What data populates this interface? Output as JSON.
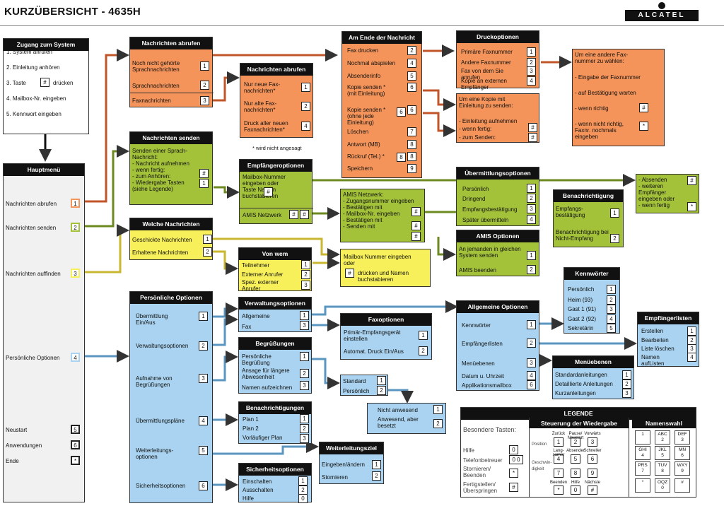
{
  "title": "KURZÜBERSICHT - 4635H",
  "logo": "ALCATEL",
  "colors": {
    "orange": "#f4945a",
    "green": "#a3c23a",
    "yellow": "#f7f05a",
    "blue": "#a9d3f0"
  },
  "zugang": {
    "header": "Zugang zum System",
    "items": [
      "1.  System anrufen",
      "2.  Einleitung anhören",
      "3.  Taste",
      "drücken",
      "4.  Mailbox-Nr. eingeben",
      "5.  Kennwort eingeben"
    ],
    "key": "#"
  },
  "hauptmenu": {
    "header": "Hauptmenü",
    "items": [
      {
        "label": "Nachrichten abrufen",
        "key": "1"
      },
      {
        "label": "Nachrichten senden",
        "key": "2"
      },
      {
        "label": "Nachrichten auffinden",
        "key": "3"
      },
      {
        "label": "Persönliche Optionen",
        "key": "4"
      },
      {
        "label": "Neustart",
        "key": "5"
      },
      {
        "label": "Anwendungen",
        "key": "6"
      },
      {
        "label": "Ende",
        "key": "*"
      }
    ]
  },
  "nachr_abrufen1": {
    "header": "Nachrichten abrufen",
    "items": [
      {
        "label": "Noch nicht gehörte\nSprachnachrichten",
        "key": "1"
      },
      {
        "label": "Sprachnachrichten",
        "key": "2"
      },
      {
        "label": "Faxnachrichten",
        "key": "3"
      }
    ]
  },
  "nachr_abrufen2": {
    "header": "Nachrichten abrufen",
    "items": [
      {
        "label": "Nur neue Fax-\nnachrichten*",
        "key": "1"
      },
      {
        "label": "Nur alte Fax-\nnachrichten*",
        "key": "2"
      },
      {
        "label": "Druck aller neuen\nFaxnachrichten*",
        "key": "4"
      }
    ],
    "note": "* wird nicht angesagt"
  },
  "ende_nachricht": {
    "header": "Am Ende der Nachricht",
    "items": [
      {
        "label": "Fax drucken",
        "key": "2"
      },
      {
        "label": "Nochmal abspielen",
        "key": "4"
      },
      {
        "label": "Absenderinfo",
        "key": "5"
      },
      {
        "label": "Kopie senden *\n(mit Einleitung)",
        "key": "6"
      },
      {
        "label": "Kopie senden *\n(ohne jede\nEinleitung)",
        "key": "6"
      },
      {
        "label": "Löschen",
        "key": "7"
      },
      {
        "label": "Antwort (MB)",
        "key": "8"
      },
      {
        "label": "Rückruf (Tel.) *",
        "key": "8"
      },
      {
        "label": "Speichern",
        "key": "9"
      }
    ],
    "extra_keys": [
      "6",
      "8"
    ]
  },
  "druckoptionen": {
    "header": "Druckoptionen",
    "items": [
      {
        "label": "Primäre Faxnummer",
        "key": "1"
      },
      {
        "label": "Andere Faxnummer",
        "key": "2"
      },
      {
        "label": "Fax von dem Sie\nanrufen",
        "key": "3"
      },
      {
        "label": "Kopie an externen\nEmpfänger",
        "key": "4"
      }
    ]
  },
  "andere_fax": {
    "items": [
      "Um eine andere Fax-\nnummer zu wählen:",
      "- Eingabe der Faxnummer",
      "- auf Bestätigung warten",
      "- wenn richtig",
      "- wenn nicht richtig,\n  Faxnr. nochmals\n  eingeben"
    ],
    "keys": [
      "#",
      "*"
    ]
  },
  "kopie_einl": {
    "items": [
      "Um eine Kopie mit\nEinleitung zu senden:",
      "- Einleitung aufnehmen",
      "- wenn fertig:",
      "- zum Senden:"
    ],
    "keys": [
      "#",
      "#"
    ]
  },
  "nachr_senden": {
    "header": "Nachrichten senden",
    "text": "Senden einer Sprach-\nNachricht:\n- Nachricht aufnehmen\n- wenn fertig:\n- zum Anhören:\n- Wiedergabe Tasten\n  (siehe Legende)",
    "keys": [
      "#",
      "1"
    ]
  },
  "empf_optionen": {
    "header": "Empfängeroptionen",
    "text": "Mailbox-Nummer\neingeben oder\nTaste       Namen\nbuchstabieren",
    "key": "#",
    "amis": "AMIS Netzwerk",
    "amis_keys": [
      "#",
      "#"
    ]
  },
  "amis_netz": {
    "text": "AMIS Netzwerk:\n- Zugangsnummer eingeben\n- Bestätigen mit\n- Mailbox-Nr. eingeben\n- Bestätigen mit\n- Senden mit",
    "keys": [
      "#",
      "#",
      "#"
    ]
  },
  "uebermittlung": {
    "header": "Übermittlungsoptionen",
    "items": [
      {
        "label": "Persönlich",
        "key": "1"
      },
      {
        "label": "Dringend",
        "key": "2"
      },
      {
        "label": "Empfangsbestätigung",
        "key": "3"
      },
      {
        "label": "Später übermitteln",
        "key": "4"
      }
    ]
  },
  "absenden": {
    "text": "- Absenden\n- weiteren\n  Empfänger\n  eingeben oder\n- wenn fertig",
    "keys": [
      "#",
      "*"
    ]
  },
  "benachrichtigung1": {
    "header": "Benachrichtigung",
    "items": [
      {
        "label": "Empfangs-\nbestätigung",
        "key": "1"
      },
      {
        "label": "Benachrichtigung bei\nNicht-Empfang",
        "key": "2"
      }
    ]
  },
  "amis_opt": {
    "header": "AMIS Optionen",
    "items": [
      {
        "label": "An jemanden in gleichen\nSystem senden",
        "key": "1"
      },
      {
        "label": "AMIS beenden",
        "key": "2"
      }
    ]
  },
  "welche": {
    "header": "Welche Nachrichten",
    "items": [
      {
        "label": "Geschickte Nachrichten",
        "key": "1"
      },
      {
        "label": "Erhaltene Nachrichten",
        "key": "2"
      }
    ]
  },
  "vonwem": {
    "header": "Von wem",
    "items": [
      {
        "label": "Teilnehmer",
        "key": "1"
      },
      {
        "label": "Externer Anrufer",
        "key": "2"
      },
      {
        "label": "Spez. externer\nAnrufer",
        "key": "3"
      }
    ]
  },
  "mailbox_nr": {
    "text1": "Mailbox Nummer eingeben\noder",
    "text2": "drücken und Namen\nbuchstabieren",
    "key": "#"
  },
  "pers_opt": {
    "header": "Persönliche Optionen",
    "items": [
      {
        "label": "Übermittlung\nEin/Aus",
        "key": "1"
      },
      {
        "label": "Verwaltungsoptionen",
        "key": "2"
      },
      {
        "label": "Aufnahme von\nBegrüßungen",
        "key": "3"
      },
      {
        "label": "Übermittlungspläne",
        "key": "4"
      },
      {
        "label": "Weiterleitungs-\noptionen",
        "key": "5"
      },
      {
        "label": "Sicherheitsoptionen",
        "key": "6"
      }
    ]
  },
  "verwaltung": {
    "header": "Verwaltungsoptionen",
    "items": [
      {
        "label": "Allgemeine",
        "key": "1"
      },
      {
        "label": "Fax",
        "key": "3"
      }
    ]
  },
  "faxopt": {
    "header": "Faxoptionen",
    "items": [
      {
        "label": "Primär-Empfangsgerät\neinstellen",
        "key": "1"
      },
      {
        "label": "Automat. Druck Ein/Aus",
        "key": "2"
      }
    ]
  },
  "allg_opt": {
    "header": "Allgemeine Optionen",
    "items": [
      {
        "label": "Kennwörter",
        "key": "1"
      },
      {
        "label": "Empfängerlisten",
        "key": "2"
      },
      {
        "label": "Menüebenen",
        "key": "3"
      },
      {
        "label": "Datum u. Uhrzeit",
        "key": "4"
      },
      {
        "label": "Applikationsmailbox",
        "key": "6"
      }
    ]
  },
  "kennwoerter": {
    "header": "Kennwörter",
    "items": [
      {
        "label": "Persönlich",
        "key": "1"
      },
      {
        "label": "Heim (93)",
        "key": "2"
      },
      {
        "label": "Gast 1 (91)",
        "key": "3"
      },
      {
        "label": "Gast 2 (92)",
        "key": "4"
      },
      {
        "label": "Sekretärin",
        "key": "5"
      }
    ]
  },
  "empf_listen": {
    "header": "Empfängerlisten",
    "items": [
      {
        "label": "Erstellen",
        "key": "1"
      },
      {
        "label": "Bearbeiten",
        "key": "2"
      },
      {
        "label": "Liste löschen",
        "key": "3"
      },
      {
        "label": "Namen\naufListen",
        "key": "4"
      }
    ]
  },
  "menuebenen": {
    "header": "Menüebenen",
    "items": [
      {
        "label": "Standardanleitungen",
        "key": "1"
      },
      {
        "label": "Detaillierte Anleitungen",
        "key": "2"
      },
      {
        "label": "Kurzanleitungen",
        "key": "3"
      }
    ]
  },
  "begruessungen": {
    "header": "Begrüßungen",
    "items": [
      {
        "label": "Persönliche\nBegrüßung",
        "key": "1"
      },
      {
        "label": "Ansage für längere\nAbwesenheit",
        "key": "2"
      },
      {
        "label": "Namen aufzeichnen",
        "key": "3"
      }
    ]
  },
  "standard": {
    "items": [
      {
        "label": "Standard",
        "key": "1"
      },
      {
        "label": "Persönlich",
        "key": "2"
      }
    ]
  },
  "nicht_anw": {
    "items": [
      {
        "label": "Nicht anwesend",
        "key": "1"
      },
      {
        "label": "Anwesend, aber\nbesetzt",
        "key": "2"
      }
    ]
  },
  "benachrichtigungen": {
    "header": "Benachrichtigungen",
    "items": [
      {
        "label": "Plan 1",
        "key": "1"
      },
      {
        "label": "Plan 2",
        "key": "2"
      },
      {
        "label": "Vorläufiger Plan",
        "key": "3"
      }
    ]
  },
  "weiterleitung": {
    "header": "Weiterleitungsziel",
    "items": [
      {
        "label": "Eingeben/ändern",
        "key": "1"
      },
      {
        "label": "Stornieren",
        "key": "2"
      }
    ]
  },
  "sicherheit": {
    "header": "Sicherheitsoptionen",
    "items": [
      {
        "label": "Einschalten",
        "key": "1"
      },
      {
        "label": "Ausschalten",
        "key": "2"
      },
      {
        "label": "Hilfe",
        "key": "0"
      }
    ]
  },
  "legende": {
    "header": "LEGENDE",
    "besondere": "Besondere Tasten:",
    "specials": [
      {
        "label": "Hilfe",
        "key": "0"
      },
      {
        "label": "Telefonbetreuer",
        "key": "0 0"
      },
      {
        "label": "Stornieren/\nBeenden",
        "key": "*"
      },
      {
        "label": "Fertigstellen/\nÜberspringen",
        "key": "#"
      }
    ],
    "steuerung_header": "Steuerung der Wiedergabe",
    "steuerung_rows": [
      "Position",
      "Geschwin-\ndigkeit"
    ],
    "steuerung_keys": [
      "1",
      "2",
      "3",
      "4",
      "5",
      "6",
      "7",
      "8",
      "9",
      "*",
      "0",
      "#"
    ],
    "steuerung_labels": [
      "Zurück",
      "Pause/\nNeustart",
      "Vorwärts",
      "Lang-\nsamer",
      "Absender",
      "Schneller",
      "",
      "",
      "",
      "Beenden",
      "Hilfe",
      "Nächste"
    ],
    "namenswahl_header": "Namenswahl",
    "dial": [
      "1",
      "ABC\n2",
      "DEF\n3",
      "GHI\n4",
      "JKL\n5",
      "MN\n6",
      "PRS\n7",
      "TUV\n8",
      "WXY\n9",
      "*",
      "OQZ\n0",
      "#"
    ]
  }
}
